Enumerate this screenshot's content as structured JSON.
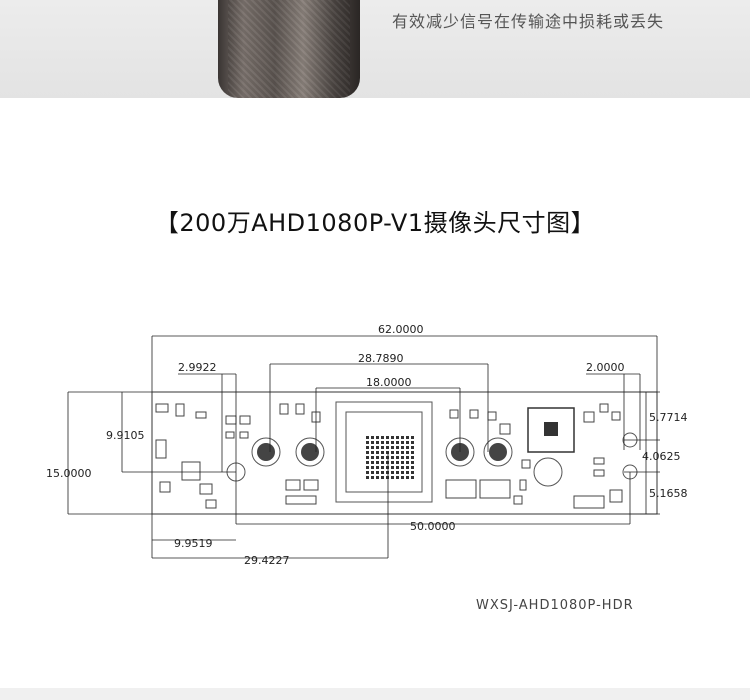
{
  "banner": {
    "caption": "有效减少信号在传输途中损耗或丢失"
  },
  "title": "【200万AHD1080P-V1摄像头尺寸图】",
  "dimensions": {
    "overall_length": "62.0000",
    "inner_span_a": "28.7890",
    "inner_span_b": "18.0000",
    "left_offset": "2.9922",
    "right_offset": "2.0000",
    "right_top": "5.7714",
    "right_mid": "4.0625",
    "right_bottom": "5.1658",
    "height": "15.0000",
    "left_upper": "9.9105",
    "hole_span": "50.0000",
    "left_bottom_a": "9.9519",
    "left_bottom_b": "29.4227"
  },
  "model": "WXSJ-AHD1080P-HDR",
  "colors": {
    "board_fill": "#ffffff",
    "board_stroke": "#333333",
    "dim_line": "#222222",
    "component": "#555555"
  }
}
